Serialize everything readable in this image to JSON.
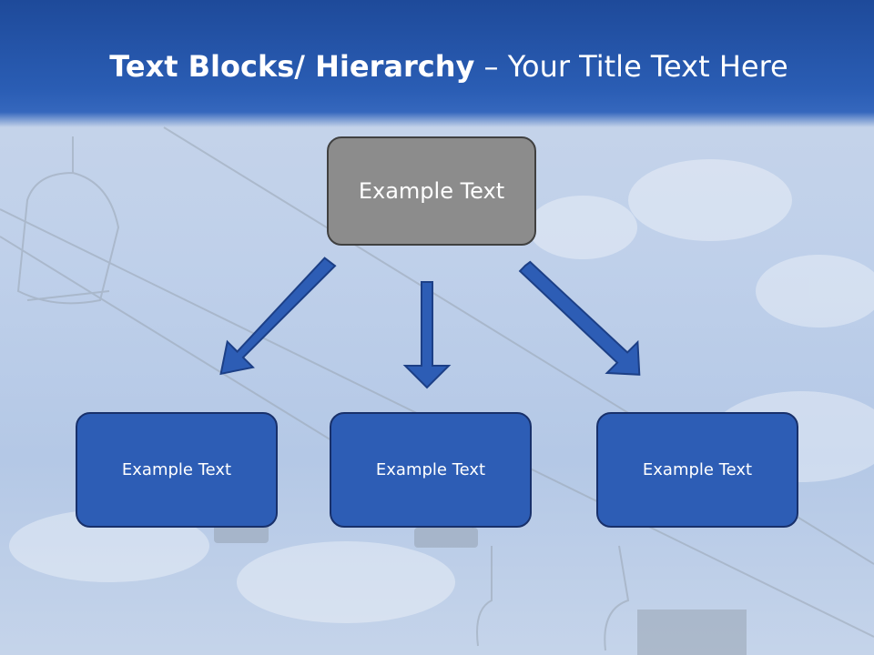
{
  "title": {
    "bold": "Text Blocks/ Hierarchy",
    "separator": " – ",
    "rest": "Your Title Text Here"
  },
  "top_node": {
    "label": "Example Text"
  },
  "child_nodes": [
    {
      "label": "Example Text"
    },
    {
      "label": "Example Text"
    },
    {
      "label": "Example Text"
    }
  ],
  "colors": {
    "title_bar": "#2a5db4",
    "top_node_fill": "#8c8c8c",
    "child_node_fill": "#2d5db5",
    "arrow_fill": "#2d5db5"
  }
}
